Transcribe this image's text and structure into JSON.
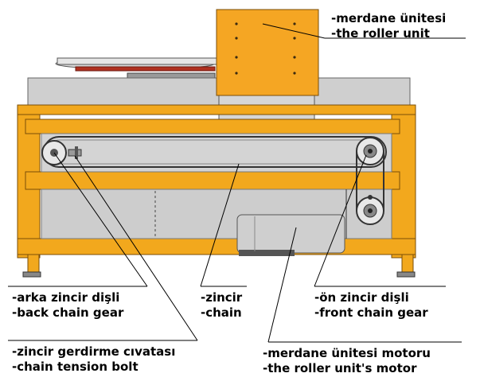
{
  "labels": {
    "roller_unit": {
      "tr": "-merdane ünitesi",
      "en": "-the roller unit"
    },
    "back_chain_gear": {
      "tr": "-arka zincir dişli",
      "en": "-back chain gear"
    },
    "chain": {
      "tr": "-zincir",
      "en": "-chain"
    },
    "front_chain_gear": {
      "tr": "-ön zincir dişli",
      "en": "-front chain gear"
    },
    "chain_tension_bolt": {
      "tr": "-zincir gerdirme cıvatası",
      "en": "-chain tension bolt"
    },
    "roller_unit_motor": {
      "tr": "-merdane ünitesi motoru",
      "en": "-the roller unit's motor"
    }
  },
  "colors": {
    "frame_orange": "#F2A81D",
    "roller_unit_orange": "#F5A623",
    "steel_grey": "#C8C8C8",
    "dark_grey": "#606060",
    "table_red": "#B03020"
  }
}
